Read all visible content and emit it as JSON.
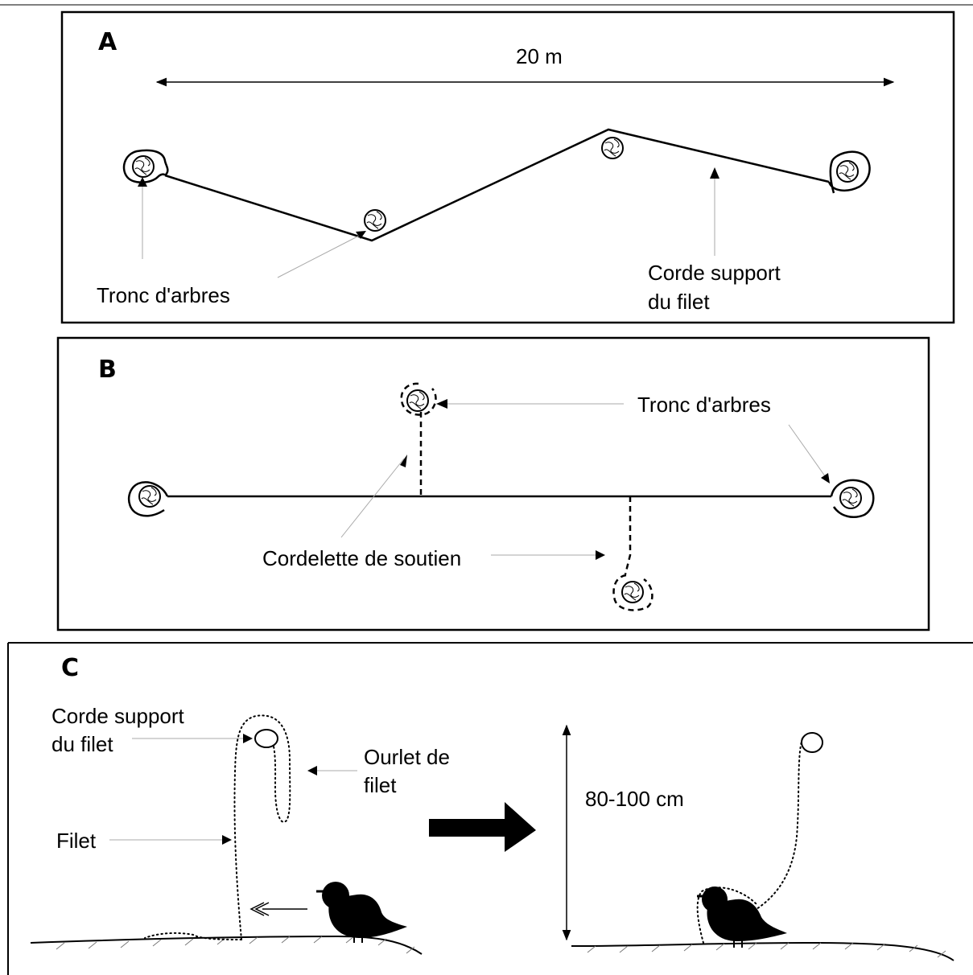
{
  "panel_a": {
    "letter": "A",
    "distance_label": "20 m",
    "tree_label": "Tronc d'arbres",
    "rope_label_line1": "Corde support",
    "rope_label_line2": "du filet"
  },
  "panel_b": {
    "letter": "B",
    "tree_label": "Tronc d'arbres",
    "cord_label": "Cordelette de soutien"
  },
  "panel_c": {
    "letter": "C",
    "rope_label_line1": "Corde support",
    "rope_label_line2": "du filet",
    "hem_label_line1": "Ourlet de",
    "hem_label_line2": "filet",
    "net_label": "Filet",
    "height_label": "80-100 cm"
  }
}
